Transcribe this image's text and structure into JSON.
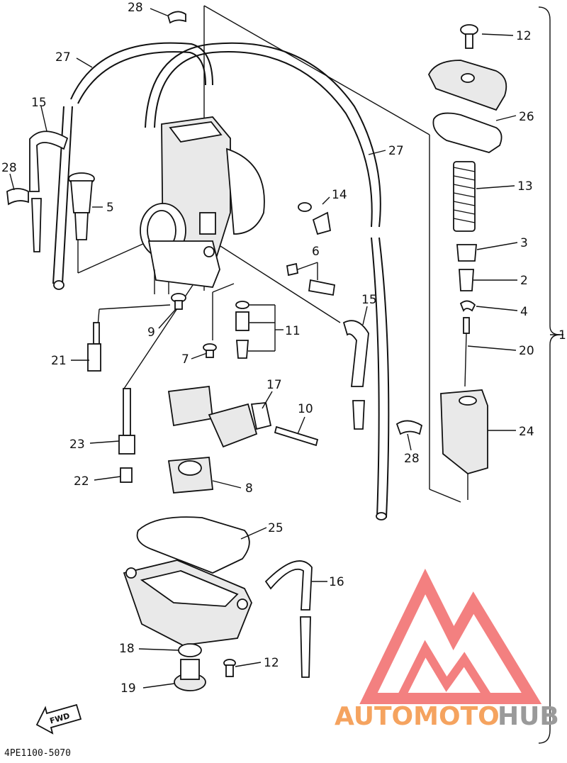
{
  "diagram": {
    "code": "4PE1100-5070",
    "fwd_label": "FWD",
    "callouts": [
      {
        "id": "c28a",
        "label": "28"
      },
      {
        "id": "c27a",
        "label": "27"
      },
      {
        "id": "c15a",
        "label": "15"
      },
      {
        "id": "c28b",
        "label": "28"
      },
      {
        "id": "c5",
        "label": "5"
      },
      {
        "id": "c12a",
        "label": "12"
      },
      {
        "id": "c26",
        "label": "26"
      },
      {
        "id": "c27b",
        "label": "27"
      },
      {
        "id": "c13",
        "label": "13"
      },
      {
        "id": "c14",
        "label": "14"
      },
      {
        "id": "c6",
        "label": "6"
      },
      {
        "id": "c3",
        "label": "3"
      },
      {
        "id": "c2",
        "label": "2"
      },
      {
        "id": "c4",
        "label": "4"
      },
      {
        "id": "c9",
        "label": "9"
      },
      {
        "id": "c11",
        "label": "11"
      },
      {
        "id": "c15b",
        "label": "15"
      },
      {
        "id": "c20",
        "label": "20"
      },
      {
        "id": "c1",
        "label": "1"
      },
      {
        "id": "c21",
        "label": "21"
      },
      {
        "id": "c7",
        "label": "7"
      },
      {
        "id": "c17",
        "label": "17"
      },
      {
        "id": "c10",
        "label": "10"
      },
      {
        "id": "c24",
        "label": "24"
      },
      {
        "id": "c28c",
        "label": "28"
      },
      {
        "id": "c23",
        "label": "23"
      },
      {
        "id": "c22",
        "label": "22"
      },
      {
        "id": "c8",
        "label": "8"
      },
      {
        "id": "c25",
        "label": "25"
      },
      {
        "id": "c16",
        "label": "16"
      },
      {
        "id": "c18",
        "label": "18"
      },
      {
        "id": "c12b",
        "label": "12"
      },
      {
        "id": "c19",
        "label": "19"
      }
    ]
  },
  "watermark": {
    "text_orange": "AUTOMOTO",
    "text_gray": "HUB",
    "color_orange": "#f5a35f",
    "color_gray": "#9a9a9a",
    "color_red": "#f26b6b"
  }
}
